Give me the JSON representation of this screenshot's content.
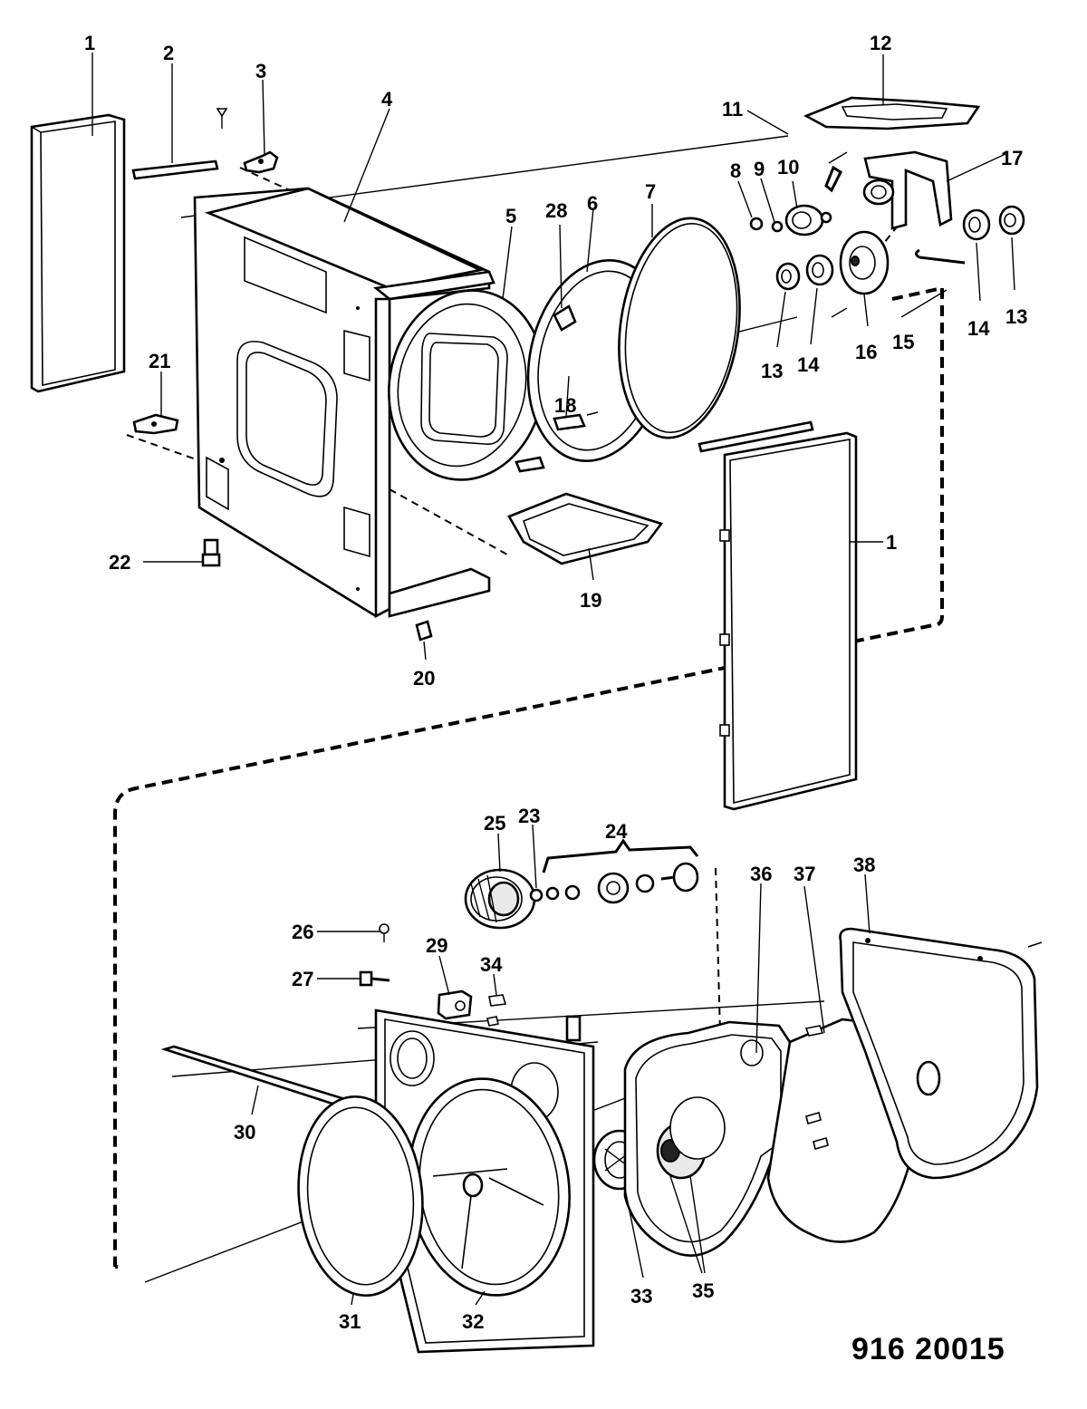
{
  "document_code": "916 20015",
  "labels": {
    "l1a": "1",
    "l1b": "1",
    "l2": "2",
    "l3": "3",
    "l4": "4",
    "l5": "5",
    "l6": "6",
    "l7": "7",
    "l8": "8",
    "l9": "9",
    "l10": "10",
    "l11": "11",
    "l12": "12",
    "l13a": "13",
    "l13b": "13",
    "l14a": "14",
    "l14b": "14",
    "l15": "15",
    "l16": "16",
    "l17": "17",
    "l18": "18",
    "l19": "19",
    "l20": "20",
    "l21": "21",
    "l22": "22",
    "l23": "23",
    "l24": "24",
    "l25": "25",
    "l26": "26",
    "l27": "27",
    "l28": "28",
    "l29": "29",
    "l30": "30",
    "l31": "31",
    "l32": "32",
    "l33": "33",
    "l34": "34",
    "l35": "35",
    "l36": "36",
    "l37": "37",
    "l38": "38"
  }
}
